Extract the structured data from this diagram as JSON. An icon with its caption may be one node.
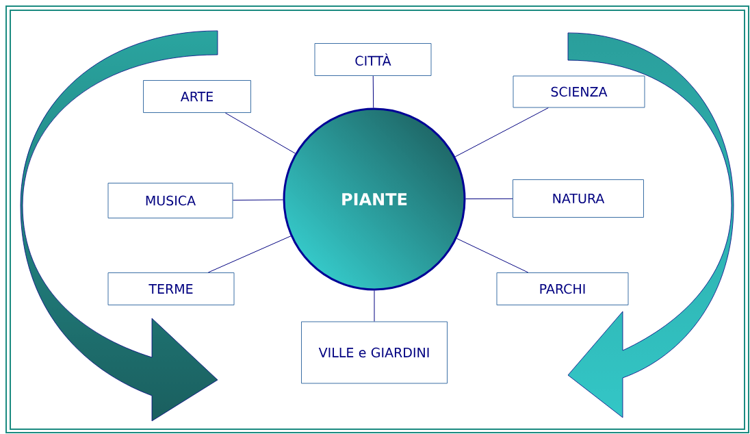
{
  "diagram": {
    "nodes": [
      {
        "text": [
          "PIANTE"
        ]
      },
      {
        "text": [
          "CITTÀ"
        ]
      },
      {
        "text": [
          "ARTE"
        ]
      },
      {
        "text": [
          "SCIENZA"
        ]
      },
      {
        "text": [
          "MUSICA"
        ]
      },
      {
        "text": [
          "NATURA"
        ]
      },
      {
        "text": [
          "TERME"
        ]
      },
      {
        "text": [
          "PARCHI"
        ]
      },
      {
        "text": [
          "VILLE e GIARDINI"
        ]
      }
    ],
    "edges": [
      {
        "from": 0,
        "to": 1,
        "arrow": "none"
      },
      {
        "from": 0,
        "to": 2,
        "arrow": "none"
      },
      {
        "from": 0,
        "to": 3,
        "arrow": "none"
      },
      {
        "from": 0,
        "to": 4,
        "arrow": "none"
      },
      {
        "from": 0,
        "to": 5,
        "arrow": "none"
      },
      {
        "from": 0,
        "to": 6,
        "arrow": "none"
      },
      {
        "from": 0,
        "to": 7,
        "arrow": "none"
      },
      {
        "from": 0,
        "to": 8,
        "arrow": "none"
      }
    ]
  }
}
